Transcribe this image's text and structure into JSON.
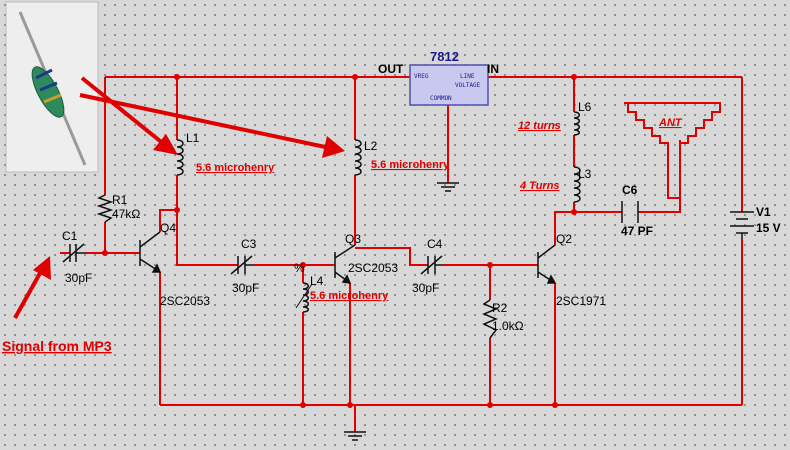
{
  "regulator": {
    "part": "7812",
    "out": "OUT",
    "in": "IN",
    "line1": "VREG",
    "line2": "LINE",
    "line3": "VOLTAGE",
    "line4": "COMMON"
  },
  "components": {
    "r1": {
      "ref": "R1",
      "value": "47kΩ"
    },
    "c1": {
      "ref": "C1",
      "value": "30pF"
    },
    "q4": {
      "ref": "Q4",
      "part": "2SC2053"
    },
    "l1": {
      "ref": "L1",
      "note": "5.6 microhenry"
    },
    "c3": {
      "ref": "C3",
      "value": "30pF"
    },
    "l2": {
      "ref": "L2",
      "note": "5.6 microhenry"
    },
    "q3": {
      "ref": "Q3",
      "part": "2SC2053"
    },
    "l4": {
      "ref": "L4",
      "note": "5.6 microhenry",
      "mark": "%"
    },
    "c4": {
      "ref": "C4",
      "value": "30pF"
    },
    "r2": {
      "ref": "R2",
      "value": "1.0kΩ"
    },
    "q2": {
      "ref": "Q2",
      "part": "2SC1971"
    },
    "l6": {
      "ref": "L6",
      "note": "12 turns"
    },
    "l3": {
      "ref": "L3",
      "note": "4 Turns"
    },
    "c6": {
      "ref": "C6",
      "value": "47 PF"
    },
    "v1": {
      "ref": "V1",
      "value": "15 V"
    },
    "ant": {
      "label": "ANT"
    }
  },
  "annotations": {
    "signal": "Signal from MP3"
  },
  "colors": {
    "wire": "#e00000",
    "component": "#111111",
    "annotation": "#e00000",
    "regulator_fill": "#c9c8ee",
    "regulator_border": "#5050b0"
  }
}
